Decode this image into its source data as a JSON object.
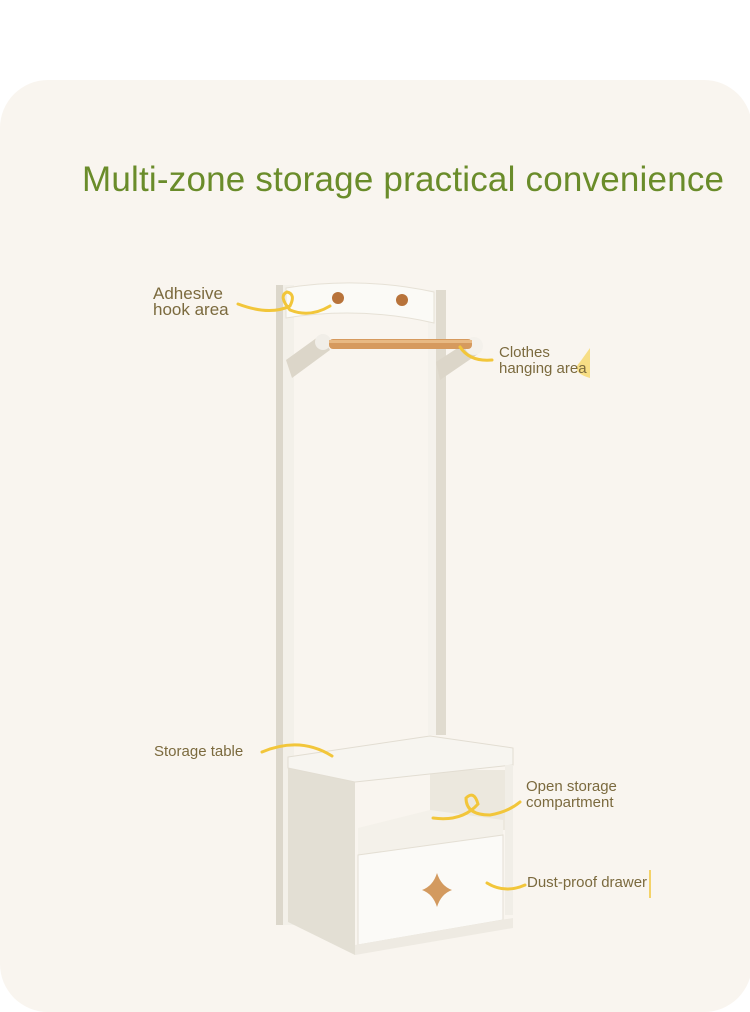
{
  "title": "Multi-zone storage practical convenience",
  "labels": {
    "adhesive_line1": "Adhesive",
    "adhesive_line2": "hook area",
    "clothes_line1": "Clothes",
    "clothes_line2": "hanging area",
    "storage_table": "Storage table",
    "open_line1": "Open storage",
    "open_line2": "compartment",
    "drawer": "Dust-proof drawer"
  },
  "colors": {
    "title": "#6a8c2a",
    "label": "#7b6a3e",
    "accent": "#f2c63a",
    "background": "#f9f5ef"
  }
}
